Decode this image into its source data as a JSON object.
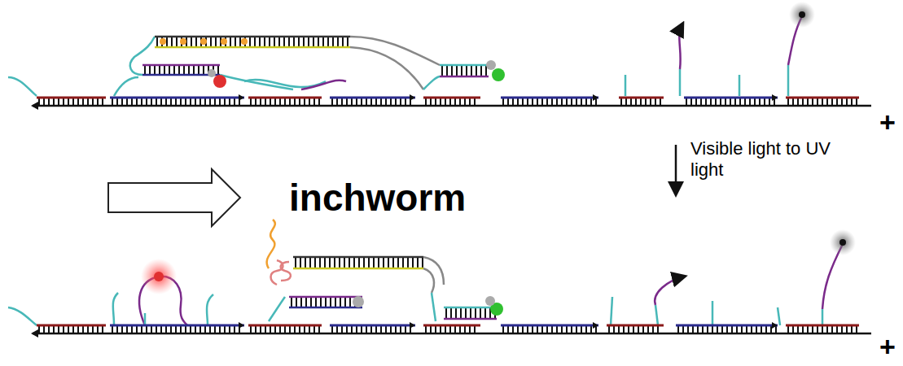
{
  "diagram": {
    "labels": [
      "inchworm",
      "Visible light to UV light",
      "+",
      "+"
    ]
  }
}
